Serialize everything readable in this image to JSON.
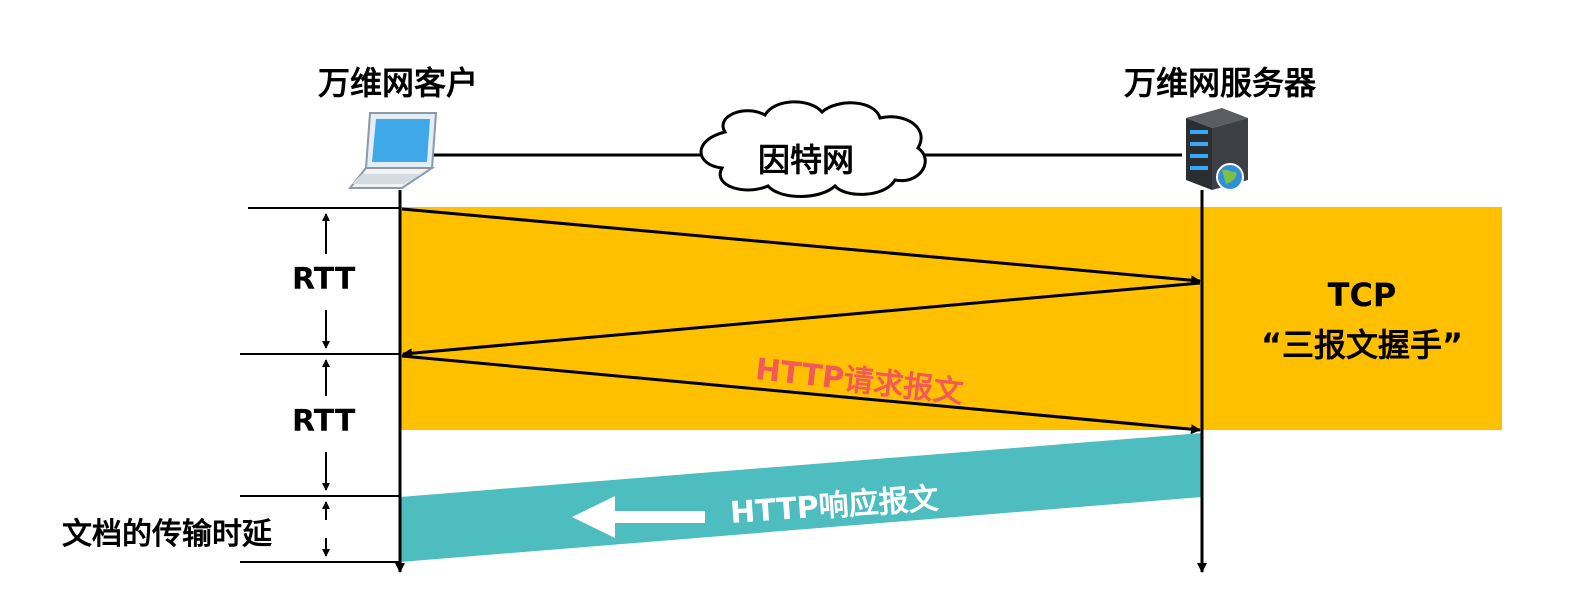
{
  "client": {
    "label": "万维网客户"
  },
  "server": {
    "label": "万维网服务器"
  },
  "internet": {
    "label": "因特网"
  },
  "handshake": {
    "line1": "TCP",
    "line2": "“三报文握手”"
  },
  "rtt_labels": [
    "RTT",
    "RTT"
  ],
  "request": {
    "label": "HTTP请求报文"
  },
  "response": {
    "label": "HTTP响应报文"
  },
  "transfer_delay": {
    "label": "文档的传输时延"
  },
  "colors": {
    "handshake_band": "#ffc000",
    "response_band": "#4dbdc0",
    "request_text": "#f25a5a",
    "line": "#000000"
  }
}
